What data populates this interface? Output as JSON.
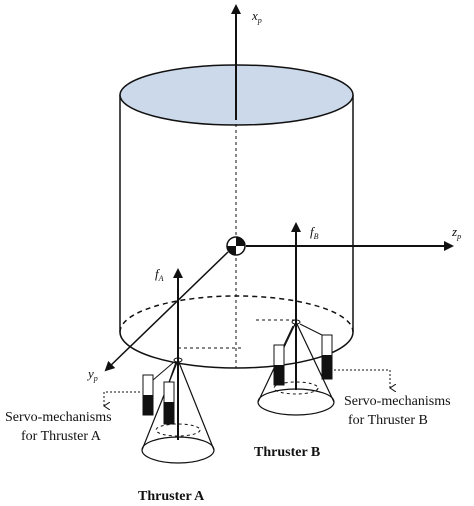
{
  "axes": {
    "x": {
      "main": "x",
      "sub": "p"
    },
    "y": {
      "main": "y",
      "sub": "p"
    },
    "z": {
      "main": "z",
      "sub": "p"
    }
  },
  "forces": {
    "a": {
      "main": "f",
      "sub": "A"
    },
    "b": {
      "main": "f",
      "sub": "B"
    }
  },
  "labels": {
    "servo_a_line1": "Servo-mechanisms",
    "servo_a_line2": "for Thruster A",
    "servo_b_line1": "Servo-mechanisms",
    "servo_b_line2": "for Thruster B",
    "thruster_a": "Thruster A",
    "thruster_b": "Thruster B"
  },
  "colors": {
    "top_fill": "#ccd9ea",
    "stroke": "#111111"
  }
}
